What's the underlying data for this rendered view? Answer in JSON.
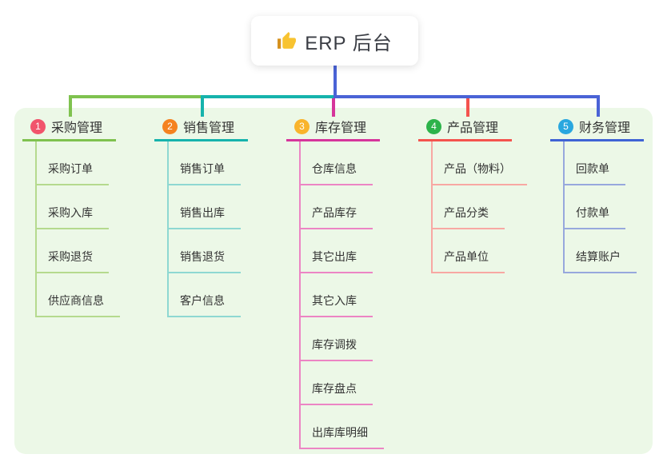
{
  "root": {
    "title": "ERP 后台",
    "icon": "thumbs-up-icon"
  },
  "colors": {
    "canvas_bg": "#ffffff",
    "group_bg": "#ecf8e7",
    "root_connector": "#4a63d6",
    "text": "#333333"
  },
  "branches": [
    {
      "index": "1",
      "label": "采购管理",
      "badge_color": "#f1546c",
      "line_color": "#7fc24f",
      "line_color_light": "#b5da8e",
      "children": [
        "采购订单",
        "采购入库",
        "采购退货",
        "供应商信息"
      ]
    },
    {
      "index": "2",
      "label": "销售管理",
      "badge_color": "#f58220",
      "line_color": "#16b3ac",
      "line_color_light": "#8ed8d2",
      "children": [
        "销售订单",
        "销售出库",
        "销售退货",
        "客户信息"
      ]
    },
    {
      "index": "3",
      "label": "库存管理",
      "badge_color": "#f9b42c",
      "line_color": "#d6359b",
      "line_color_light": "#ec85c4",
      "children": [
        "仓库信息",
        "产品库存",
        "其它出库",
        "其它入库",
        "库存调拨",
        "库存盘点",
        "出库库明细"
      ]
    },
    {
      "index": "4",
      "label": "产品管理",
      "badge_color": "#2cb34a",
      "line_color": "#f4534e",
      "line_color_light": "#f8a8a3",
      "children": [
        "产品（物料）",
        "产品分类",
        "产品单位"
      ]
    },
    {
      "index": "5",
      "label": "财务管理",
      "badge_color": "#29a7df",
      "line_color": "#3f63d5",
      "line_color_light": "#97a8dd",
      "children": [
        "回款单",
        "付款单",
        "结算账户"
      ]
    }
  ]
}
